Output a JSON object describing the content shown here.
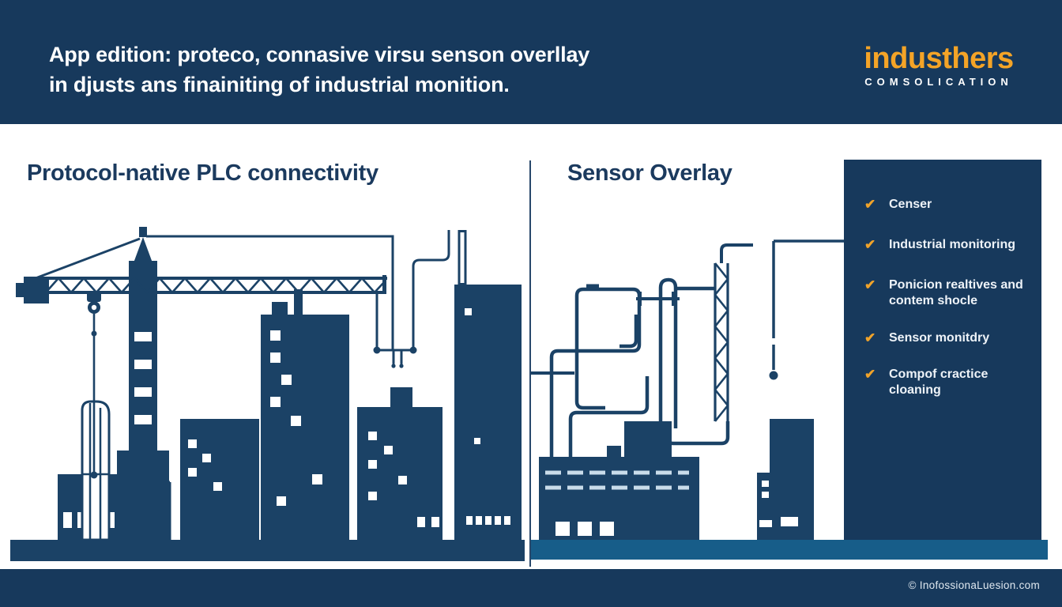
{
  "header": {
    "line1": "App edition: proteco, connasive virsu senson overllay",
    "line2": "in djusts ans finainiting of industrial monition.",
    "brand": "industhers",
    "tagline": "COMSOLICATION"
  },
  "sections": {
    "left": "Protocol-native PLC connectivity",
    "right": "Sensor Overlay"
  },
  "checklist": {
    "items": [
      {
        "icon": "check-icon",
        "label": "Censer"
      },
      {
        "icon": "check-icon",
        "label": "Industrial monitoring"
      },
      {
        "icon": "check-icon",
        "label": "Ponicion realtives and contem shocle"
      },
      {
        "icon": "check-icon",
        "label": "Sensor monitdry"
      },
      {
        "icon": "check-icon",
        "label": "Compof cractice cloaning"
      }
    ],
    "check_glyph": "✔"
  },
  "footer": {
    "copyright": "© InofossionaLuesion.com"
  },
  "colors": {
    "band_navy": "#17395c",
    "illustration_navy": "#1b4266",
    "accent_orange": "#f4a427",
    "ground_steel_blue": "#175d89",
    "text_white": "#ffffff"
  }
}
